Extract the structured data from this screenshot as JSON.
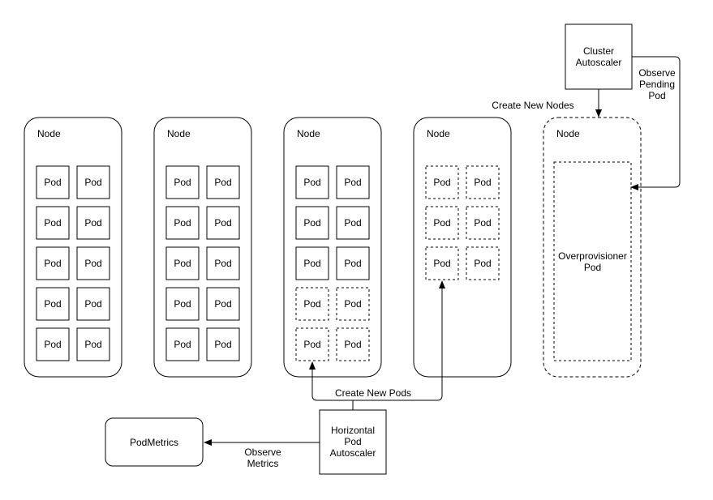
{
  "node_label": "Node",
  "pod_label": "Pod",
  "nodes": [
    {
      "label": "Node",
      "provisioned": true,
      "pods": [
        "solid",
        "solid",
        "solid",
        "solid",
        "solid",
        "solid",
        "solid",
        "solid",
        "solid",
        "solid"
      ]
    },
    {
      "label": "Node",
      "provisioned": true,
      "pods": [
        "solid",
        "solid",
        "solid",
        "solid",
        "solid",
        "solid",
        "solid",
        "solid",
        "solid",
        "solid"
      ]
    },
    {
      "label": "Node",
      "provisioned": true,
      "pods": [
        "solid",
        "solid",
        "solid",
        "solid",
        "solid",
        "solid",
        "dashed",
        "dashed",
        "dashed",
        "dashed"
      ]
    },
    {
      "label": "Node",
      "provisioned": true,
      "pods": [
        "dashed",
        "dashed",
        "dashed",
        "dashed",
        "dashed",
        "dashed"
      ]
    },
    {
      "label": "Node",
      "provisioned": false,
      "pods": []
    }
  ],
  "overprovisioner": {
    "line1": "Overprovisioner",
    "line2": "Pod"
  },
  "cluster_autoscaler": {
    "line1": "Cluster",
    "line2": "Autoscaler"
  },
  "hpa": {
    "line1": "Horizontal",
    "line2": "Pod",
    "line3": "Autoscaler"
  },
  "podmetrics": {
    "label": "PodMetrics"
  },
  "edges": {
    "create_new_nodes": "Create New Nodes",
    "observe_pending": {
      "line1": "Observe",
      "line2": "Pending",
      "line3": "Pod"
    },
    "create_new_pods": "Create New Pods",
    "observe_metrics": {
      "line1": "Observe",
      "line2": "Metrics"
    }
  }
}
